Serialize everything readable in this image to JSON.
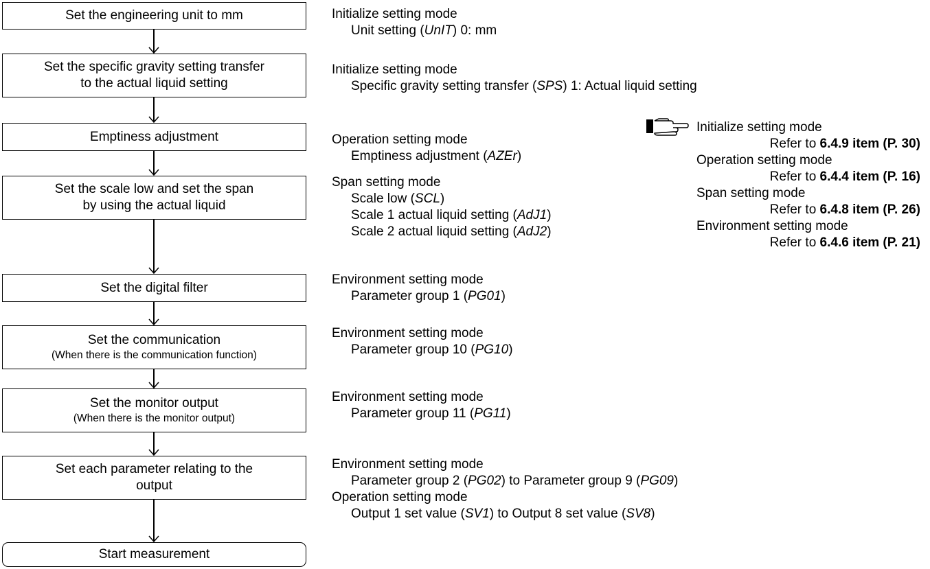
{
  "steps": [
    {
      "line1": "Set the engineering unit to mm",
      "line2": ""
    },
    {
      "line1": "Set the specific gravity setting transfer",
      "line2": "to the actual liquid setting"
    },
    {
      "line1": "Emptiness adjustment",
      "line2": ""
    },
    {
      "line1": "Set the scale low and set the span",
      "line2": "by using the actual liquid"
    },
    {
      "line1": "Set the digital filter",
      "line2": ""
    },
    {
      "line1": "Set the communication",
      "line2": "(When there is the communication function)"
    },
    {
      "line1": "Set the monitor output",
      "line2": "(When there is the monitor output)"
    },
    {
      "line1": "Set each parameter relating to the",
      "line2": "output"
    },
    {
      "line1": "Start measurement",
      "line2": ""
    }
  ],
  "notes": {
    "s1": {
      "mode": "Initialize setting mode",
      "a": "Unit setting (",
      "code": "UnIT",
      "b": ")   0: mm"
    },
    "s2": {
      "mode": "Initialize setting mode",
      "a": "Specific gravity setting transfer (",
      "code": "SPS",
      "b": ")   1: Actual liquid setting"
    },
    "s3": {
      "mode": "Operation setting mode",
      "a": "Emptiness adjustment (",
      "code": "AZEr",
      "b": ")"
    },
    "s4": {
      "mode": "Span setting mode",
      "l1a": "Scale low (",
      "l1c": "SCL",
      "l1b": ")",
      "l2a": "Scale 1 actual liquid setting (",
      "l2c": "AdJ1",
      "l2b": ")",
      "l3a": "Scale 2 actual liquid setting (",
      "l3c": "AdJ2",
      "l3b": ")"
    },
    "s5": {
      "mode": "Environment setting mode",
      "a": "Parameter group 1 (",
      "code": "PG01",
      "b": ")"
    },
    "s6": {
      "mode": "Environment setting mode",
      "a": "Parameter group 10 (",
      "code": "PG10",
      "b": ")"
    },
    "s7": {
      "mode": "Environment setting mode",
      "a": "Parameter group 11 (",
      "code": "PG11",
      "b": ")"
    },
    "s8": {
      "mode1": "Environment setting mode",
      "l1a": "Parameter group 2 (",
      "l1c": "PG02",
      "l1b": ") to Parameter group 9 (",
      "l1d": "PG09",
      "l1e": ")",
      "mode2": "Operation setting mode",
      "l2a": "Output 1 set value (",
      "l2c": "SV1",
      "l2b": ") to Output 8 set value (",
      "l2d": "SV8",
      "l2e": ")"
    }
  },
  "references": [
    {
      "mode": "Initialize setting mode",
      "prefix": "Refer to ",
      "target": "6.4.9 item (P. 30)"
    },
    {
      "mode": "Operation setting mode",
      "prefix": "Refer to ",
      "target": "6.4.4 item (P. 16)"
    },
    {
      "mode": "Span setting mode",
      "prefix": "Refer to ",
      "target": "6.4.8 item (P. 26)"
    },
    {
      "mode": "Environment setting mode",
      "prefix": "Refer to ",
      "target": "6.4.6 item (P. 21)"
    }
  ],
  "icons": {
    "reference": "pointing-hand-icon"
  }
}
